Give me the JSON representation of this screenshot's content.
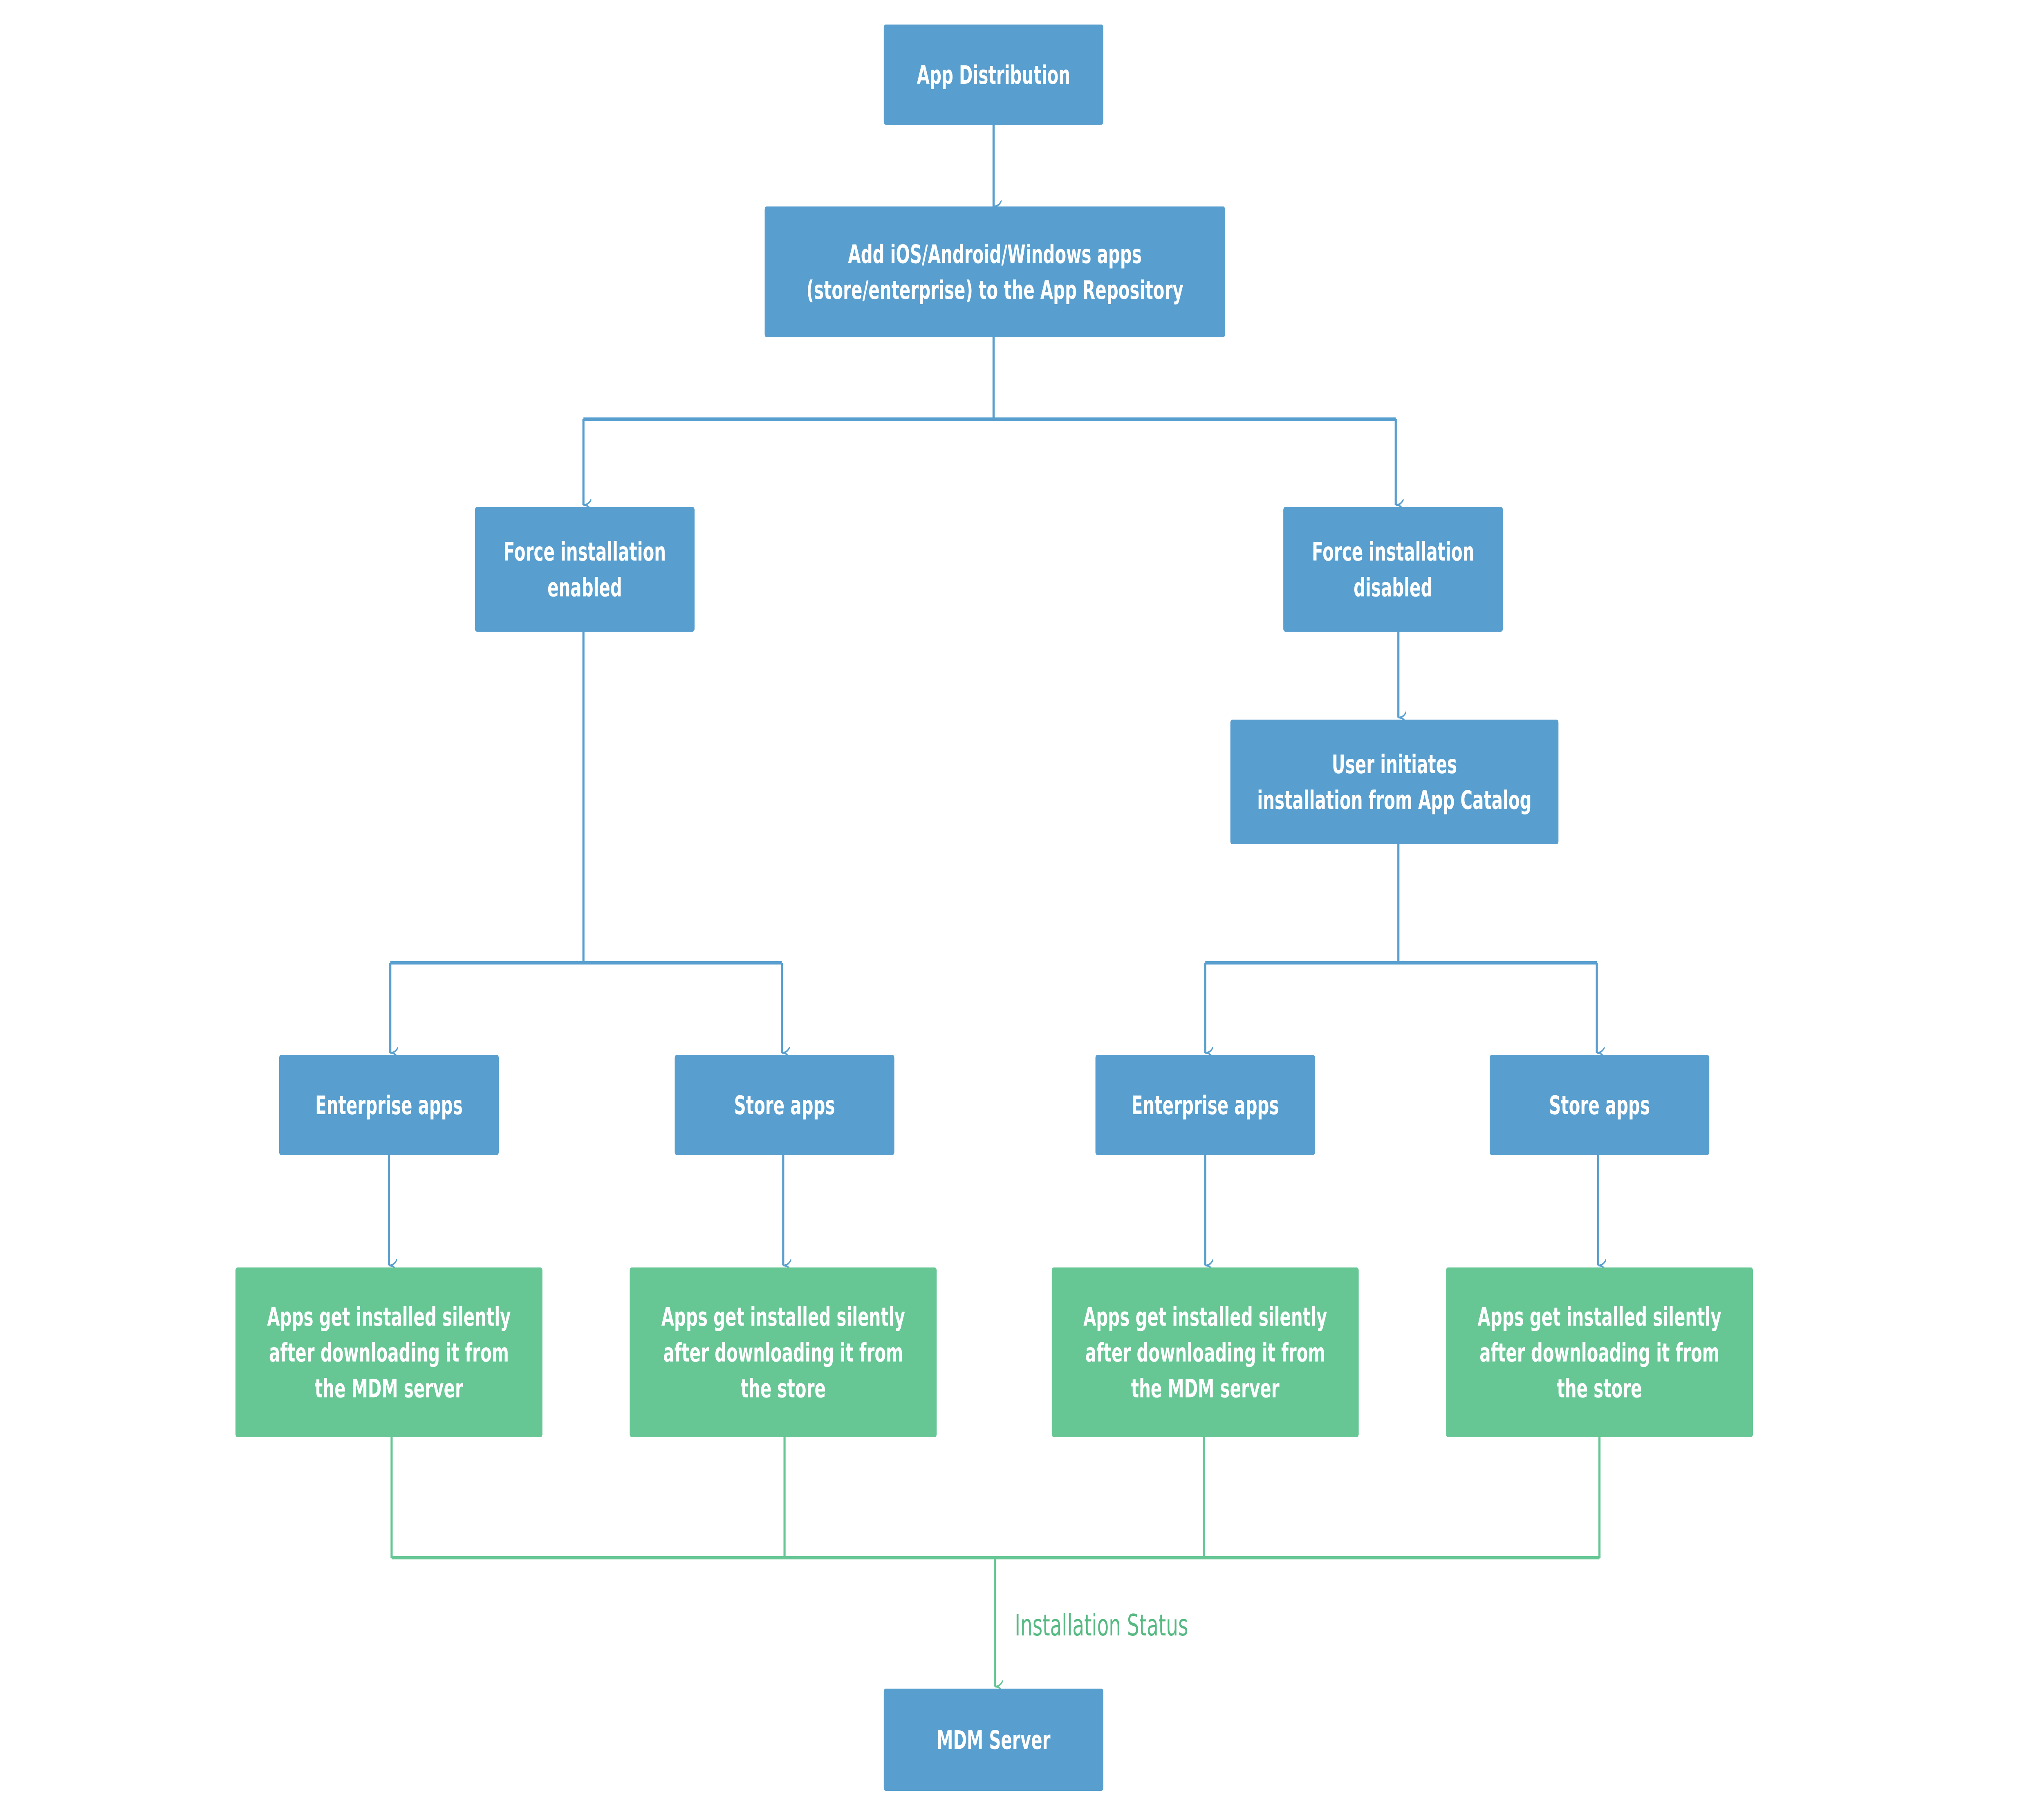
{
  "colors": {
    "blue": "#589fcf",
    "green": "#66c795",
    "label_green": "#55b982"
  },
  "nodes": {
    "app_distribution": {
      "lines": [
        "App Distribution"
      ],
      "color": "blue"
    },
    "add_apps": {
      "lines": [
        "Add iOS/Android/Windows apps",
        "(store/enterprise) to the App Repository"
      ],
      "color": "blue"
    },
    "force_enabled": {
      "lines": [
        "Force installation",
        "enabled"
      ],
      "color": "blue"
    },
    "force_disabled": {
      "lines": [
        "Force installation",
        "disabled"
      ],
      "color": "blue"
    },
    "user_initiates": {
      "lines": [
        "User initiates",
        "installation from App Catalog"
      ],
      "color": "blue"
    },
    "enterprise_apps_1": {
      "lines": [
        "Enterprise apps"
      ],
      "color": "blue"
    },
    "store_apps_1": {
      "lines": [
        "Store apps"
      ],
      "color": "blue"
    },
    "enterprise_apps_2": {
      "lines": [
        "Enterprise apps"
      ],
      "color": "blue"
    },
    "store_apps_2": {
      "lines": [
        "Store apps"
      ],
      "color": "blue"
    },
    "installed_mdm_1": {
      "lines": [
        "Apps get installed silently",
        "after downloading it from",
        "the MDM server"
      ],
      "color": "green"
    },
    "installed_store_1": {
      "lines": [
        "Apps get installed silently",
        "after downloading it from",
        "the store"
      ],
      "color": "green"
    },
    "installed_mdm_2": {
      "lines": [
        "Apps get installed silently",
        "after downloading it from",
        "the MDM server"
      ],
      "color": "green"
    },
    "installed_store_2": {
      "lines": [
        "Apps get installed silently",
        "after downloading it from",
        "the store"
      ],
      "color": "green"
    },
    "mdm_server": {
      "lines": [
        "MDM Server"
      ],
      "color": "blue"
    }
  },
  "edge_label": "Installation Status"
}
